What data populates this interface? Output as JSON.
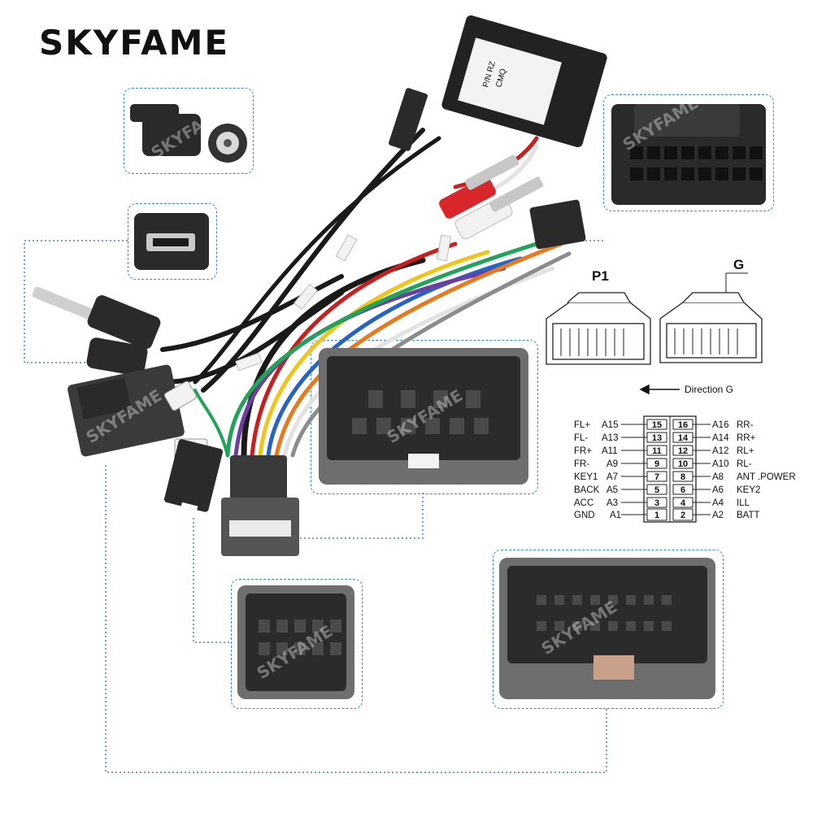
{
  "brand": {
    "name": "SKYFAME"
  },
  "connector_labels": {
    "p1": "P1",
    "g": "G",
    "direction": "Direction G"
  },
  "module_label": {
    "line1": "P/N RZ",
    "line2": "CMQ"
  },
  "pinout": {
    "left": [
      {
        "name": "FL+",
        "pin": "A15",
        "num": "15"
      },
      {
        "name": "FL-",
        "pin": "A13",
        "num": "13"
      },
      {
        "name": "FR+",
        "pin": "A11",
        "num": "11"
      },
      {
        "name": "FR-",
        "pin": "A9",
        "num": "9"
      },
      {
        "name": "KEY1",
        "pin": "A7",
        "num": "7"
      },
      {
        "name": "BACK",
        "pin": "A5",
        "num": "5"
      },
      {
        "name": "ACC",
        "pin": "A3",
        "num": "3"
      },
      {
        "name": "GND",
        "pin": "A1",
        "num": "1"
      }
    ],
    "right": [
      {
        "name": "RR-",
        "pin": "A16",
        "num": "16"
      },
      {
        "name": "RR+",
        "pin": "A14",
        "num": "14"
      },
      {
        "name": "RL+",
        "pin": "A12",
        "num": "12"
      },
      {
        "name": "RL-",
        "pin": "A10",
        "num": "10"
      },
      {
        "name": "ANT .POWER",
        "pin": "A8",
        "num": "8"
      },
      {
        "name": "KEY2",
        "pin": "A6",
        "num": "6"
      },
      {
        "name": "ILL",
        "pin": "A4",
        "num": "4"
      },
      {
        "name": "BATT",
        "pin": "A2",
        "num": "2"
      }
    ]
  },
  "colors": {
    "dotted_line": "#3b8fc0",
    "connector_dark": "#2a2a2a",
    "connector_grey": "#6e6e6e"
  }
}
